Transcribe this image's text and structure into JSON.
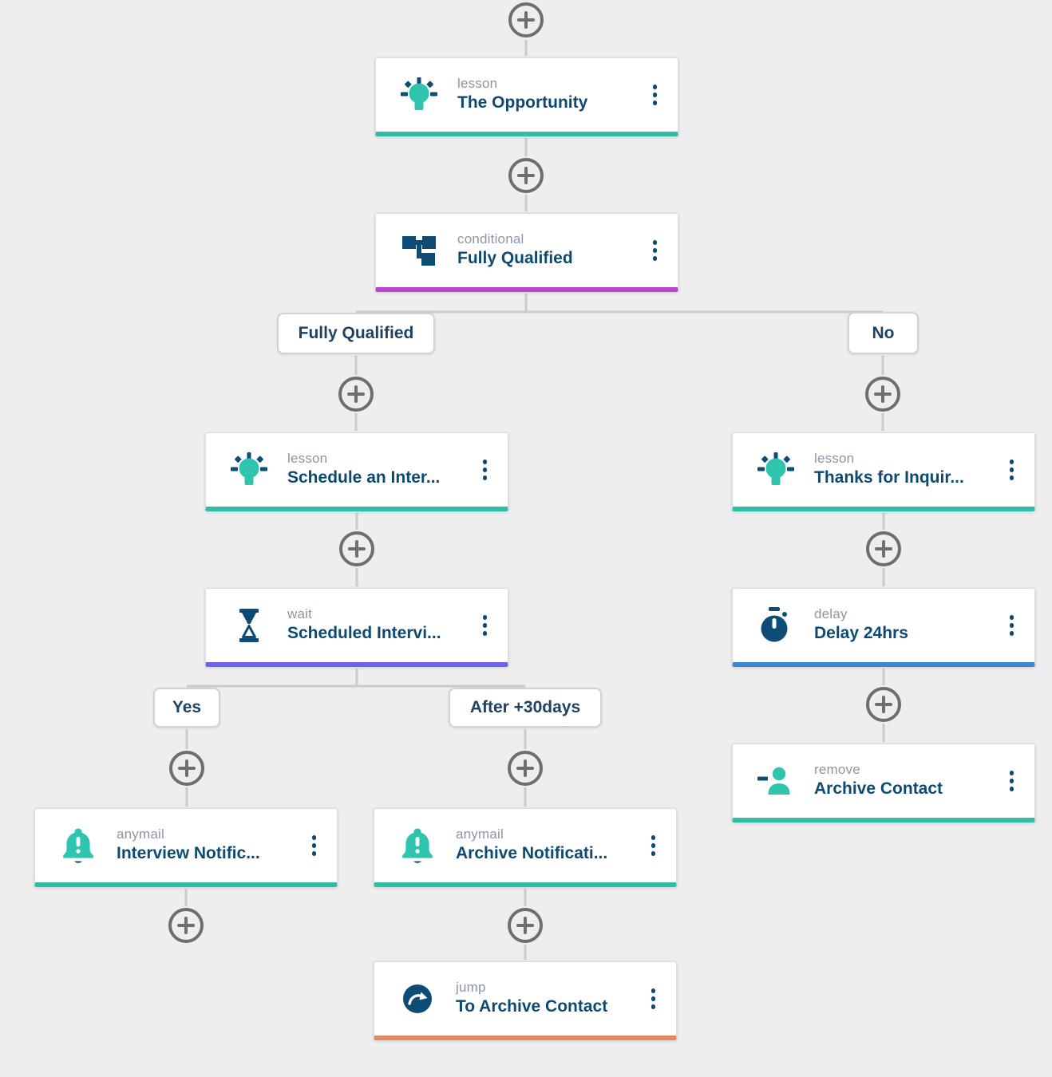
{
  "app": {
    "background": "#efeeee"
  },
  "colors": {
    "accent_teal": "#2fbca9",
    "accent_purple": "#b844ce",
    "accent_indigo": "#6a63f0",
    "accent_blue": "#3b87d2",
    "accent_orange": "#e0885e",
    "title_navy": "#0d4a71",
    "type_label_gray": "#8c96a3",
    "icon_navy": "#0d4d75",
    "icon_teal": "#2ec4ae",
    "connector_gray": "#cbcbcb",
    "plus_button_gray": "#6e6e6e"
  },
  "nodes": [
    {
      "type": "lesson",
      "title": "The Opportunity",
      "icon": "lightbulb-icon",
      "accent": "#2fbca9"
    },
    {
      "type": "conditional",
      "title": "Fully Qualified",
      "icon": "flowchart-icon",
      "accent": "#b844ce"
    },
    {
      "type": "lesson",
      "title": "Schedule an Inter...",
      "icon": "lightbulb-icon",
      "accent": "#2fbca9"
    },
    {
      "type": "wait",
      "title": "Scheduled Intervi...",
      "icon": "hourglass-icon",
      "accent": "#6a63f0"
    },
    {
      "type": "anymail",
      "title": "Interview Notific...",
      "icon": "bell-icon",
      "accent": "#2fbca9"
    },
    {
      "type": "anymail",
      "title": "Archive Notificati...",
      "icon": "bell-icon",
      "accent": "#2fbca9"
    },
    {
      "type": "jump",
      "title": "To Archive Contact",
      "icon": "jump-arrow-icon",
      "accent": "#e0885e"
    },
    {
      "type": "lesson",
      "title": "Thanks for Inquir...",
      "icon": "lightbulb-icon",
      "accent": "#2fbca9"
    },
    {
      "type": "delay",
      "title": "Delay 24hrs",
      "icon": "stopwatch-icon",
      "accent": "#3b87d2"
    },
    {
      "type": "remove",
      "title": "Archive Contact",
      "icon": "remove-user-icon",
      "accent": "#2fbca9"
    }
  ],
  "branches": [
    {
      "label": "Fully Qualified"
    },
    {
      "label": "No"
    },
    {
      "label": "Yes"
    },
    {
      "label": "After +30days"
    }
  ]
}
